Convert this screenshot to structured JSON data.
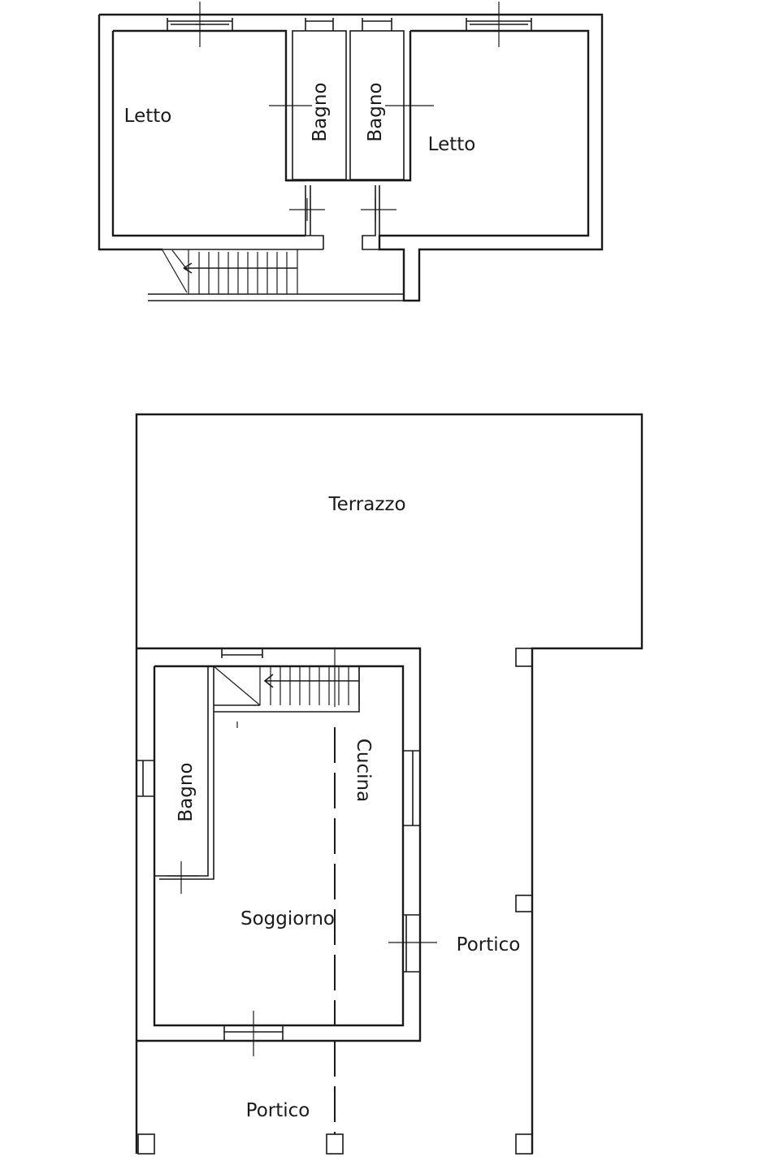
{
  "plans": {
    "upper_floor": {
      "rooms": [
        {
          "label": "Letto"
        },
        {
          "label": "Bagno"
        },
        {
          "label": "Bagno"
        },
        {
          "label": "Letto"
        }
      ]
    },
    "ground_floor": {
      "rooms": [
        {
          "label": "Terrazzo"
        },
        {
          "label": "Cucina"
        },
        {
          "label": "Bagno"
        },
        {
          "label": "Soggiorno"
        },
        {
          "label": "Portico"
        },
        {
          "label": "Portico"
        }
      ]
    }
  },
  "colors": {
    "line": "#1a1a1a",
    "background": "#ffffff"
  }
}
